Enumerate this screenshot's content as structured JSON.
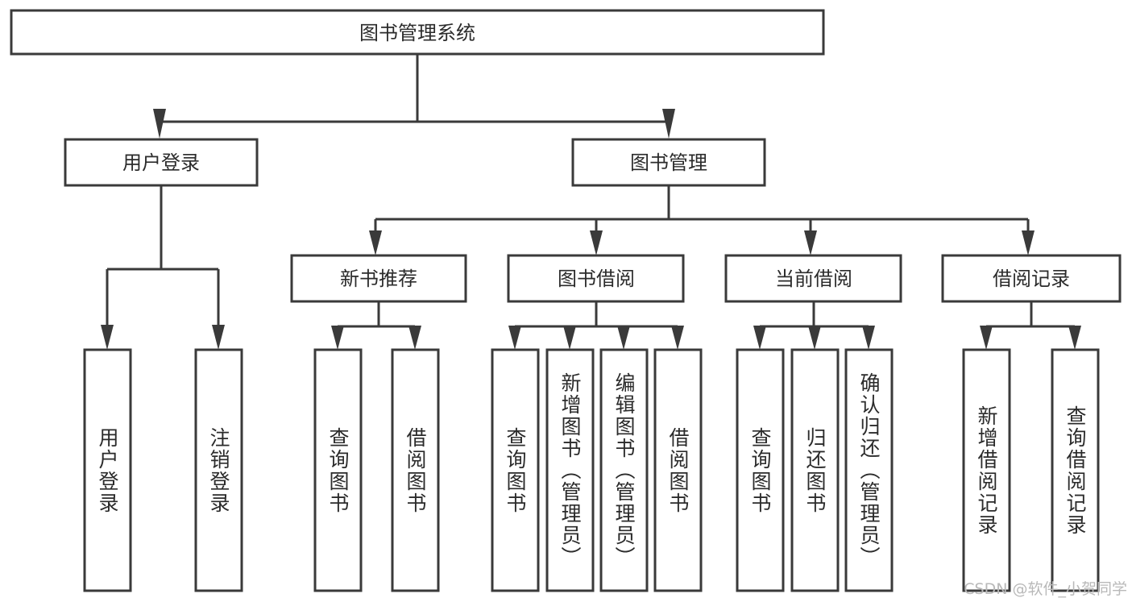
{
  "diagram": {
    "title": "图书管理系统",
    "watermark": "CSDN @软件_小贺同学",
    "type": "tree",
    "orientation": "top-down",
    "colors": {
      "stroke": "#3a3a3a",
      "fill": "#ffffff",
      "text": "#2b2b2b",
      "watermark": "#b9b9b9",
      "background": "#ffffff"
    },
    "root": {
      "label": "图书管理系统"
    },
    "level2": [
      {
        "label": "用户登录"
      },
      {
        "label": "图书管理"
      }
    ],
    "level3": [
      {
        "label": "新书推荐"
      },
      {
        "label": "图书借阅"
      },
      {
        "label": "当前借阅"
      },
      {
        "label": "借阅记录"
      }
    ],
    "leaves": {
      "user_login": [
        {
          "label": "用户登录"
        },
        {
          "label": "注销登录"
        }
      ],
      "new_book_recommend": [
        {
          "label": "查询图书"
        },
        {
          "label": "借阅图书"
        }
      ],
      "book_borrow": [
        {
          "label": "查询图书"
        },
        {
          "label": "新增图书（管理员）"
        },
        {
          "label": "编辑图书（管理员）"
        },
        {
          "label": "借阅图书"
        }
      ],
      "current_borrow": [
        {
          "label": "查询图书"
        },
        {
          "label": "归还图书"
        },
        {
          "label": "确认归还（管理员）"
        }
      ],
      "borrow_records": [
        {
          "label": "新增借阅记录"
        },
        {
          "label": "查询借阅记录"
        }
      ]
    }
  }
}
